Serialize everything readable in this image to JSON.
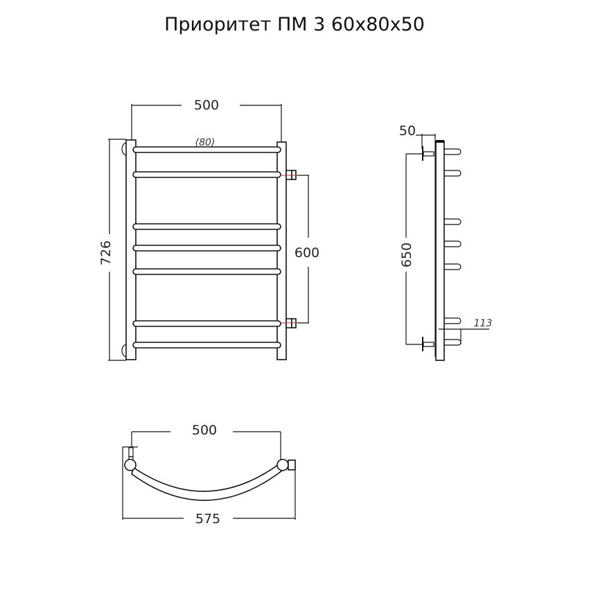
{
  "title": "Приоритет ПМ 3 60х80х50",
  "front_view": {
    "width_label": "500",
    "height_label": "726",
    "connection_label": "600",
    "rung_note": "(80)"
  },
  "side_view": {
    "wall_offset_label": "50",
    "height_label": "650",
    "depth_label": "113"
  },
  "top_view": {
    "inner_width_label": "500",
    "outer_width_label": "575"
  }
}
